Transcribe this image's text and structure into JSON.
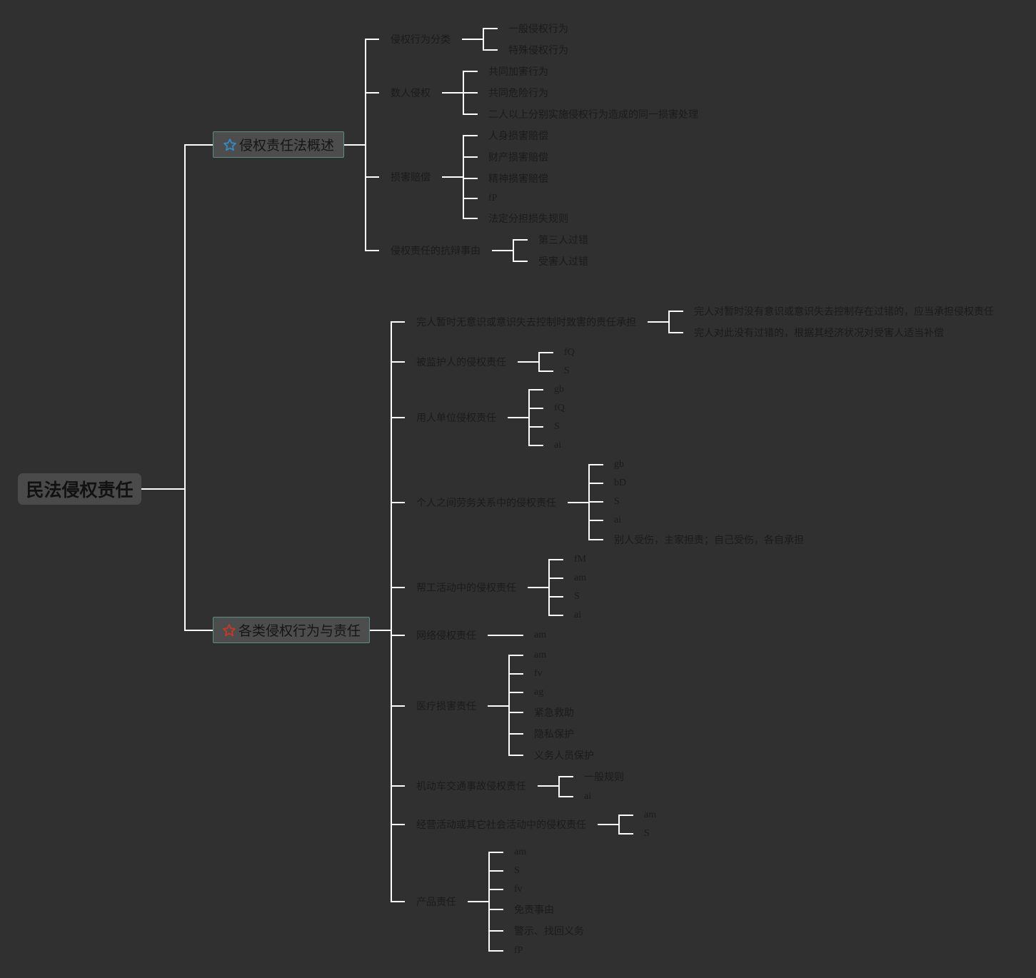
{
  "root": {
    "label": "民法侵权责任"
  },
  "topics": [
    {
      "label": "侵权责任法概述",
      "icon": "star-outline-icon",
      "icon_color": "#2f8fd0",
      "children": [
        {
          "label": "侵权行为分类",
          "children": [
            "一般侵权行为",
            "特殊侵权行为"
          ]
        },
        {
          "label": "数人侵权",
          "children": [
            "共同加害行为",
            "共同危险行为",
            "二人以上分别实施侵权行为造成的同一损害处理"
          ]
        },
        {
          "label": "损害赔偿",
          "children": [
            "人身损害赔偿",
            "财产损害赔偿",
            "精神损害赔偿",
            "fP",
            "法定分担损失规则"
          ]
        },
        {
          "label": "侵权责任的抗辩事由",
          "children": [
            "第三人过错",
            "受害人过错"
          ]
        }
      ]
    },
    {
      "label": "各类侵权行为与责任",
      "icon": "star-outline-icon",
      "icon_color": "#c0392b",
      "children": [
        {
          "label": "完人暂时无意识或意识失去控制时致害的责任承担",
          "children": [
            "完人对暂时没有意识或意识失去控制存在过错的，应当承担侵权责任",
            "完人对此没有过错的，根据其经济状况对受害人适当补偿"
          ]
        },
        {
          "label": "被监护人的侵权责任",
          "children": [
            "fQ",
            "S"
          ]
        },
        {
          "label": "用人单位侵权责任",
          "children": [
            "gb",
            "fQ",
            "S",
            "ai"
          ]
        },
        {
          "label": "个人之间劳务关系中的侵权责任",
          "children": [
            "gb",
            "bD",
            "S",
            "ai",
            "别人受伤，主家担责；自己受伤，各自承担"
          ]
        },
        {
          "label": "帮工活动中的侵权责任",
          "children": [
            "fM",
            "am",
            "S",
            "ai"
          ]
        },
        {
          "label": "网络侵权责任",
          "children": [
            "am"
          ]
        },
        {
          "label": "医疗损害责任",
          "children": [
            "am",
            "fv",
            "ag",
            "紧急救助",
            "隐私保护",
            "义务人员保护"
          ]
        },
        {
          "label": "机动车交通事故侵权责任",
          "children": [
            "一般规则",
            "ai"
          ]
        },
        {
          "label": "经营活动或其它社会活动中的侵权责任",
          "children": [
            "am",
            "S"
          ]
        },
        {
          "label": "产品责任",
          "children": [
            "am",
            "S",
            "fv",
            "免责事由",
            "警示、找回义务",
            "fP"
          ]
        }
      ]
    }
  ]
}
